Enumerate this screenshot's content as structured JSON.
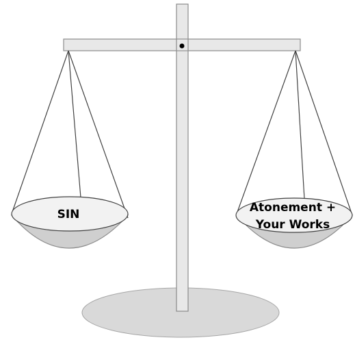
{
  "labels": {
    "left_pan": "SIN",
    "right_pan_line1": "Atonement +",
    "right_pan_line2": "Your Works"
  },
  "colors": {
    "metal_fill": "#e8e8e8",
    "metal_stroke": "#8c8c8c",
    "base_fill": "#d9d9d9",
    "pan_inner": "#f2f2f2",
    "pan_outer": "#cfcfcf",
    "string": "#404040",
    "pivot": "#000000"
  }
}
